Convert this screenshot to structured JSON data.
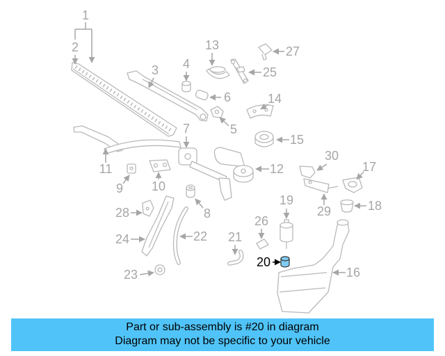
{
  "diagram": {
    "callouts": [
      {
        "label": "1"
      },
      {
        "label": "2"
      },
      {
        "label": "3"
      },
      {
        "label": "4"
      },
      {
        "label": "5"
      },
      {
        "label": "6"
      },
      {
        "label": "7"
      },
      {
        "label": "8"
      },
      {
        "label": "9"
      },
      {
        "label": "10"
      },
      {
        "label": "11"
      },
      {
        "label": "12"
      },
      {
        "label": "13"
      },
      {
        "label": "14"
      },
      {
        "label": "15"
      },
      {
        "label": "16"
      },
      {
        "label": "17"
      },
      {
        "label": "18"
      },
      {
        "label": "19"
      },
      {
        "label": "20",
        "highlighted": true
      },
      {
        "label": "21"
      },
      {
        "label": "22"
      },
      {
        "label": "23"
      },
      {
        "label": "24"
      },
      {
        "label": "25"
      },
      {
        "label": "26"
      },
      {
        "label": "27"
      },
      {
        "label": "28"
      },
      {
        "label": "29"
      },
      {
        "label": "30"
      }
    ]
  },
  "banner": {
    "line1": "Part or sub-assembly is #20 in diagram",
    "line2": "Diagram may not be specific to your vehicle"
  },
  "colors": {
    "banner_background": "#50c4f8",
    "callout_text": "#a6a6a6",
    "highlighted_callout_text": "#000000",
    "part_stroke": "#b8b8b8",
    "highlighted_part_fill": "#7fcbf2"
  }
}
